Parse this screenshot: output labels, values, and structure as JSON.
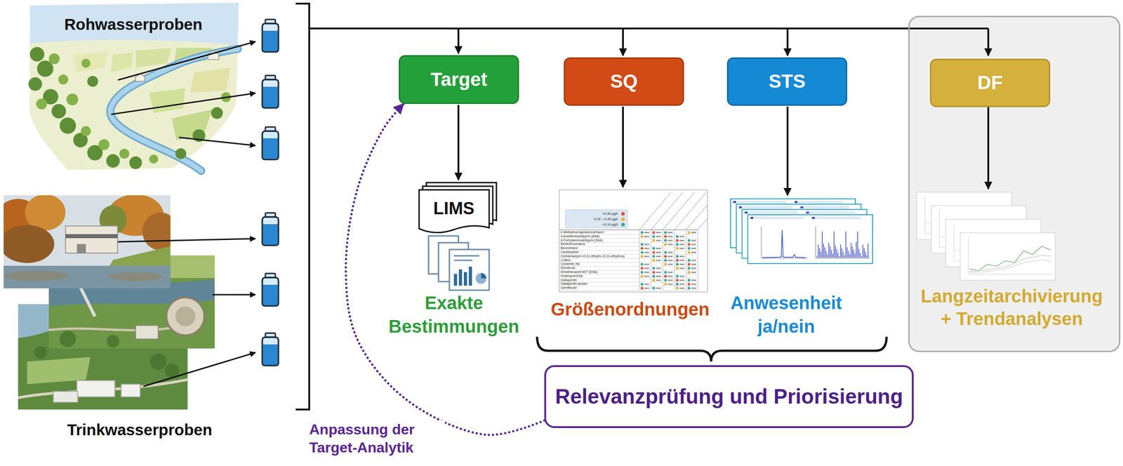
{
  "diagram": {
    "nodes": [
      {
        "text": [
          "Target"
        ]
      },
      {
        "text": [
          "SQ"
        ]
      },
      {
        "text": [
          "STS"
        ]
      },
      {
        "text": [
          "Langzeitarchivierung + Trendanalysen"
        ]
      },
      {
        "text": [
          "DF"
        ],
        "in": 3
      },
      {
        "text": [
          "Relevanzprüfung und Priorisierung"
        ]
      }
    ],
    "edges": [
      {
        "from": 5,
        "to": 0,
        "arrow": "to",
        "label": "Anpassung der Target-Analytik"
      }
    ],
    "labels": [
      "Rohwasserproben",
      "Trinkwasserproben",
      "LIMS",
      "Exakte Bestimmungen",
      "Größenordnungen",
      "Anwesenheit ja/nein",
      "2-Methylmercaptobenzothiazol",
      "4-Acetamidoantipyrin (AAA)",
      "4-Formylaminoantipyrin (FAA)",
      "Amidotrizoesäure",
      "Benzotriazol",
      "Candesartan",
      "Carbamazepin-10,11-dihydro-10,11-dihydroxy",
      "Coffein",
      "Cyclamat_Na",
      "Diclofenac",
      "Dimethenamid M27 (ESA)",
      "Flufenacet-ESA",
      "Gabapentin",
      "Gabapentin-lactam",
      "Gemfibrozil"
    ],
    "legend": [
      {
        "text": ">0,30 µg/L",
        "color": "#e0543a"
      },
      {
        "text": "0,10 – 0,30 µg/L",
        "color": "#f0b030"
      },
      {
        "text": "<0,10 µg/L",
        "color": "#3aa7a0"
      }
    ]
  }
}
